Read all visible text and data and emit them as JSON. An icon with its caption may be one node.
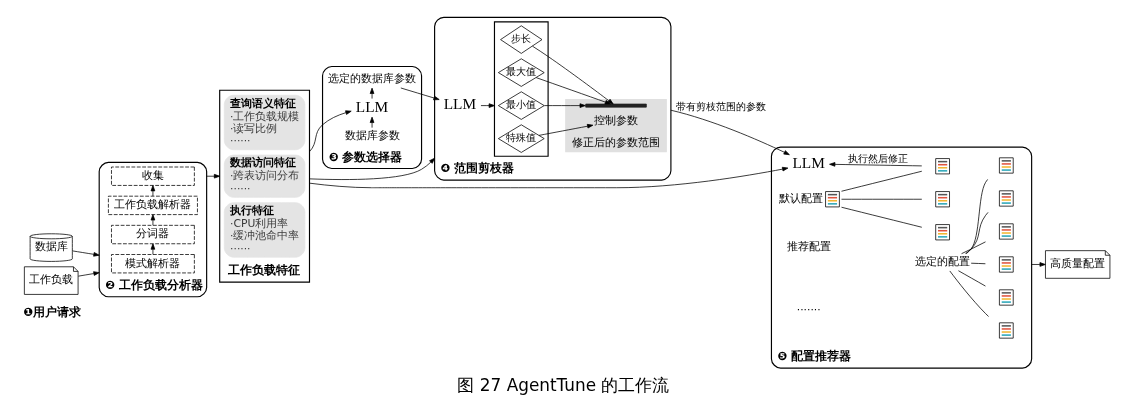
{
  "diagram": {
    "caption": "图 27 AgentTune 的工作流",
    "nodes": [
      {
        "text": [
          "数据库"
        ]
      },
      {
        "text": [
          "工作负载"
        ]
      },
      {
        "text": [
          "❷ 工作负载分析器"
        ]
      },
      {
        "text": [
          "模式解析器"
        ],
        "in": 2
      },
      {
        "text": [
          "分词器"
        ],
        "in": 2
      },
      {
        "text": [
          "工作负载解析器"
        ],
        "in": 2
      },
      {
        "text": [
          "收集"
        ],
        "in": 2
      },
      {
        "text": [
          "工作负载特征"
        ]
      },
      {
        "text": [
          "查询语义特征",
          "·工作负载规模",
          "·读写比例",
          "······"
        ],
        "in": 7
      },
      {
        "text": [
          "数据访问特征",
          "·跨表访问分布",
          "······"
        ],
        "in": 7
      },
      {
        "text": [
          "执行特征",
          "·CPU利用率",
          "·缓冲池命中率",
          "······"
        ],
        "in": 7
      },
      {
        "text": [
          "❸ 参数选择器"
        ]
      },
      {
        "text": [
          "数据库参数"
        ],
        "in": 11
      },
      {
        "text": [
          "LLM"
        ],
        "in": 11
      },
      {
        "text": [
          "选定的数据库参数"
        ],
        "in": 11
      },
      {
        "text": [
          "❹ 范围剪枝器"
        ]
      },
      {
        "text": [
          "修正后的参数范围"
        ],
        "in": 15
      },
      {
        "text": [
          "控制参数"
        ],
        "in": 16
      },
      {
        "text": [],
        "shape": "bar",
        "in": 16
      },
      {
        "text": [],
        "shape": "box",
        "in": 15
      },
      {
        "text": [
          "特殊值"
        ],
        "in": 19
      },
      {
        "text": [
          "最小值"
        ],
        "in": 19
      },
      {
        "text": [
          "最大值"
        ],
        "in": 19
      },
      {
        "text": [
          "步长"
        ],
        "in": 19
      },
      {
        "text": [
          "LLM"
        ],
        "in": 15
      },
      {
        "text": [
          "❺ 配置推荐器"
        ]
      },
      {
        "text": [
          "LLM"
        ],
        "in": 25
      },
      {
        "text": [],
        "shape": "picture",
        "in": 25,
        "beside": [
          "默认配置"
        ]
      },
      {
        "text": [],
        "shape": "picture",
        "in": 25
      },
      {
        "text": [],
        "shape": "picture",
        "in": 25
      },
      {
        "text": [],
        "shape": "picture",
        "in": 25
      },
      {
        "text": [
          "选定的配置"
        ],
        "in": 25
      },
      {
        "text": [],
        "shape": "picture",
        "in": 25
      },
      {
        "text": [],
        "shape": "picture",
        "in": 25
      },
      {
        "text": [],
        "shape": "picture",
        "in": 25
      },
      {
        "text": [],
        "shape": "picture",
        "in": 25
      },
      {
        "text": [],
        "shape": "picture",
        "in": 25
      },
      {
        "text": [],
        "shape": "picture",
        "in": 25
      },
      {
        "text": [
          "高质量配置"
        ]
      }
    ],
    "edges": [
      {
        "from": 0,
        "to": 2,
        "arrow": "to"
      },
      {
        "from": 1,
        "to": 2,
        "arrow": "to"
      },
      {
        "from": 3,
        "to": 4,
        "arrow": "to"
      },
      {
        "from": 4,
        "to": 5,
        "arrow": "to"
      },
      {
        "from": 5,
        "to": 6,
        "arrow": "to"
      },
      {
        "from": 2,
        "to": 7,
        "arrow": "to"
      },
      {
        "from": 7,
        "to": 13,
        "arrow": "to"
      },
      {
        "from": 7,
        "to": 26,
        "arrow": "to"
      },
      {
        "from": 7,
        "to": 15,
        "arrow": "to"
      },
      {
        "from": 12,
        "to": 13,
        "arrow": "to"
      },
      {
        "from": 13,
        "to": 14,
        "arrow": "to"
      },
      {
        "from": 14,
        "to": 24,
        "arrow": "to"
      },
      {
        "from": 24,
        "to": 19,
        "arrow": "to"
      },
      {
        "from": 20,
        "to": 17,
        "arrow": "to"
      },
      {
        "from": 21,
        "to": 18,
        "arrow": "to"
      },
      {
        "from": 22,
        "to": 18,
        "arrow": "to"
      },
      {
        "from": 23,
        "to": 18,
        "arrow": "to"
      },
      {
        "from": 15,
        "to": 26,
        "arrow": "to",
        "label": "带有剪枝范围的参数"
      },
      {
        "from": 27,
        "to": 28,
        "arrow": "none"
      },
      {
        "from": 27,
        "to": 29,
        "arrow": "none"
      },
      {
        "from": 27,
        "to": 30,
        "arrow": "none"
      },
      {
        "from": 30,
        "to": 26,
        "arrow": "to",
        "label": "执行然后修正"
      },
      {
        "from": 31,
        "to": 32,
        "arrow": "none"
      },
      {
        "from": 31,
        "to": 33,
        "arrow": "none"
      },
      {
        "from": 31,
        "to": 34,
        "arrow": "none"
      },
      {
        "from": 31,
        "to": 35,
        "arrow": "none"
      },
      {
        "from": 31,
        "to": 36,
        "arrow": "none"
      },
      {
        "from": 31,
        "to": 37,
        "arrow": "none"
      },
      {
        "from": 25,
        "to": 38,
        "arrow": "to"
      }
    ],
    "labels": [
      "❶用户请求",
      "推荐配置",
      "·······"
    ]
  }
}
